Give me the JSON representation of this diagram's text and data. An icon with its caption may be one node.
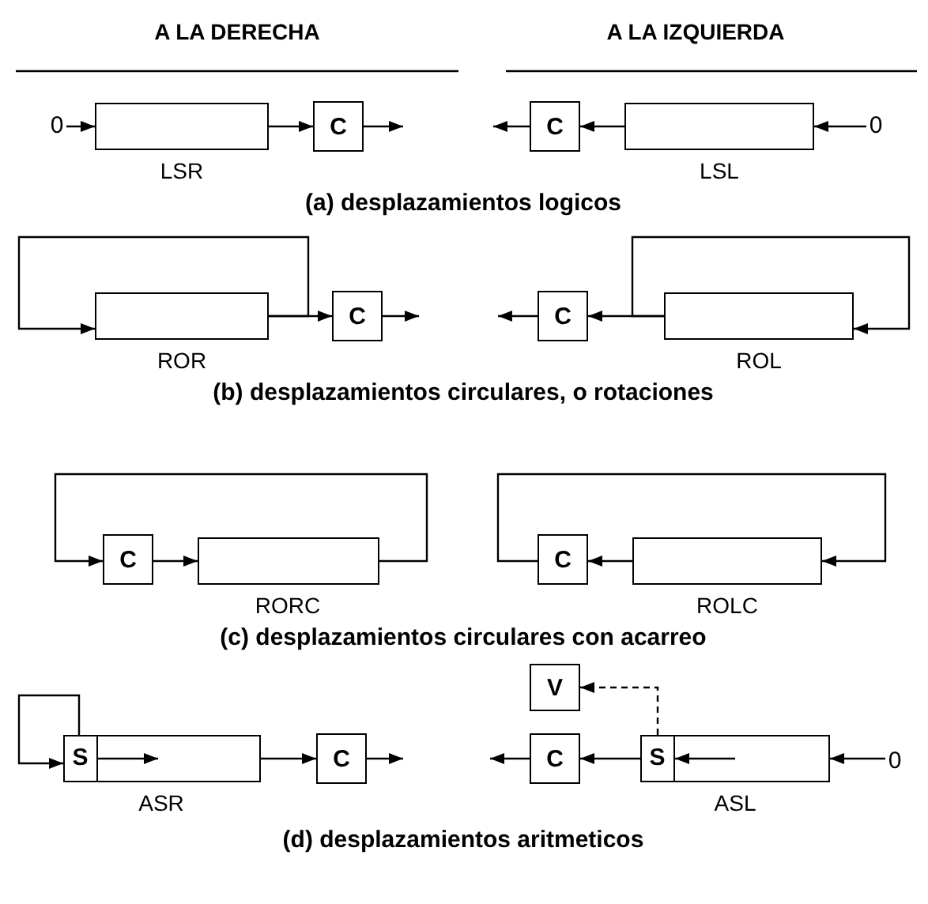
{
  "diagram": {
    "nodes": [
      {
        "text": [
          "0"
        ]
      },
      {
        "text": [],
        "shape": "box",
        "beside": [
          "LSR"
        ]
      },
      {
        "text": [
          "C"
        ]
      },
      {
        "text": [
          "C"
        ]
      },
      {
        "text": [],
        "shape": "box",
        "beside": [
          "LSL"
        ]
      },
      {
        "text": [
          "0"
        ]
      },
      {
        "text": [],
        "shape": "box",
        "beside": [
          "ROR"
        ]
      },
      {
        "text": [
          "C"
        ]
      },
      {
        "text": [
          "C"
        ]
      },
      {
        "text": [],
        "shape": "box",
        "beside": [
          "ROL"
        ]
      },
      {
        "text": [
          "C"
        ]
      },
      {
        "text": [],
        "shape": "box",
        "beside": [
          "RORC"
        ]
      },
      {
        "text": [
          "C"
        ]
      },
      {
        "text": [],
        "shape": "box",
        "beside": [
          "ROLC"
        ]
      },
      {
        "text": [],
        "shape": "box",
        "beside": [
          "ASR"
        ]
      },
      {
        "text": [
          "S"
        ],
        "in": 14
      },
      {
        "text": [
          "C"
        ]
      },
      {
        "text": [
          "V"
        ]
      },
      {
        "text": [
          "C"
        ]
      },
      {
        "text": [],
        "shape": "box",
        "beside": [
          "ASL"
        ]
      },
      {
        "text": [
          "S"
        ],
        "in": 19
      },
      {
        "text": [
          "0"
        ]
      }
    ],
    "edges": [
      {
        "from": 0,
        "to": 1,
        "arrow": "to"
      },
      {
        "from": 1,
        "to": 2,
        "arrow": "to"
      },
      {
        "from": 2,
        "to": null,
        "arrow": "to"
      },
      {
        "from": 5,
        "to": 4,
        "arrow": "to"
      },
      {
        "from": 4,
        "to": 3,
        "arrow": "to"
      },
      {
        "from": 3,
        "to": null,
        "arrow": "to"
      },
      {
        "from": 6,
        "to": 6,
        "arrow": "to"
      },
      {
        "from": 6,
        "to": 7,
        "arrow": "to"
      },
      {
        "from": 7,
        "to": null,
        "arrow": "to"
      },
      {
        "from": 9,
        "to": 9,
        "arrow": "to"
      },
      {
        "from": 9,
        "to": 8,
        "arrow": "to"
      },
      {
        "from": 8,
        "to": null,
        "arrow": "to"
      },
      {
        "from": 10,
        "to": 11,
        "arrow": "to"
      },
      {
        "from": 11,
        "to": 10,
        "arrow": "to"
      },
      {
        "from": 13,
        "to": 12,
        "arrow": "to"
      },
      {
        "from": 12,
        "to": 13,
        "arrow": "to"
      },
      {
        "from": 15,
        "to": 15,
        "arrow": "to"
      },
      {
        "from": 15,
        "to": 14,
        "arrow": "to"
      },
      {
        "from": 14,
        "to": 16,
        "arrow": "to"
      },
      {
        "from": 16,
        "to": null,
        "arrow": "to"
      },
      {
        "from": 21,
        "to": 19,
        "arrow": "to"
      },
      {
        "from": null,
        "to": 20,
        "arrow": "to"
      },
      {
        "from": 20,
        "to": 18,
        "arrow": "to"
      },
      {
        "from": 20,
        "to": 17,
        "arrow": "to",
        "style": "dashed"
      },
      {
        "from": 18,
        "to": null,
        "arrow": "to"
      }
    ],
    "labels": [
      "A LA DERECHA",
      "A LA IZQUIERDA",
      "(a) desplazamientos logicos",
      "(b) desplazamientos circulares, o rotaciones",
      "(c) desplazamientos circulares con acarreo",
      "(d) desplazamientos aritmeticos"
    ]
  }
}
